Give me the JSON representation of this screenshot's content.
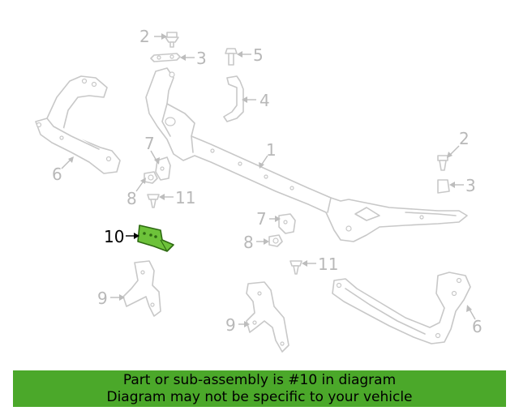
{
  "callouts": {
    "c2_top": "2",
    "c3_top": "3",
    "c5": "5",
    "c4": "4",
    "c1": "1",
    "c2_right": "2",
    "c3_right": "3",
    "c6_left": "6",
    "c7_left": "7",
    "c8_left": "8",
    "c11_left": "11",
    "c10": "10",
    "c7_mid": "7",
    "c8_mid": "8",
    "c11_mid": "11",
    "c9_left": "9",
    "c9_mid": "9",
    "c6_right": "6"
  },
  "banner": {
    "line1": "Part or sub-assembly is #10 in diagram",
    "line2": "Diagram may not be specific to your vehicle"
  },
  "colors": {
    "highlight_part": "#6dc23a",
    "banner_bg": "#4ba82a",
    "part_stroke": "#c8c8c8"
  }
}
